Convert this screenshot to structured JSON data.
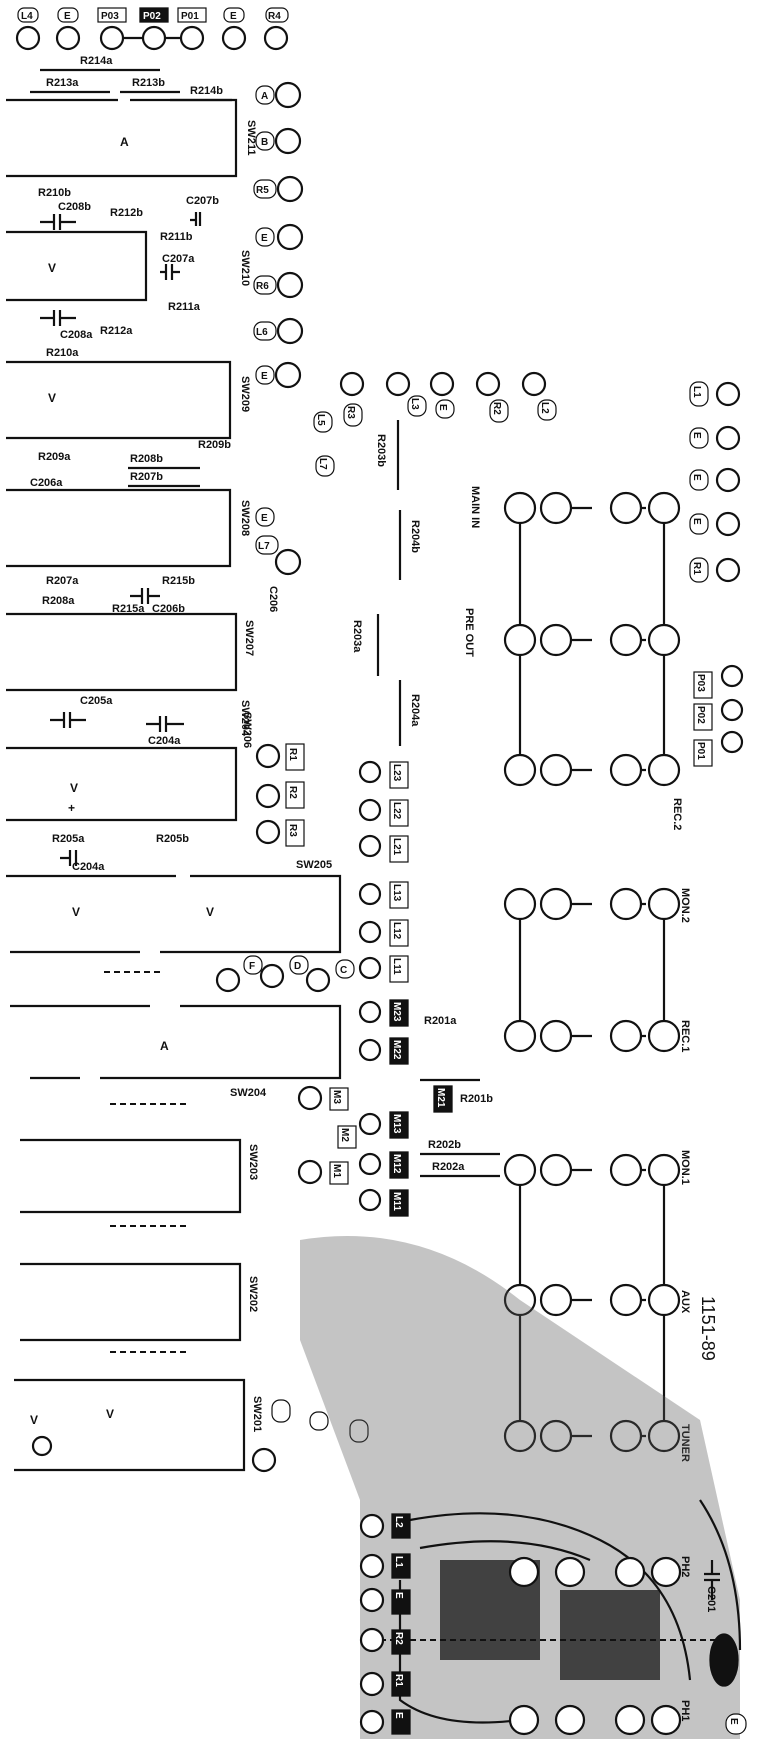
{
  "top_terminals": [
    "L4",
    "E",
    "P03",
    "P02",
    "P01",
    "E",
    "R4"
  ],
  "right_terminals": [
    "L1",
    "E",
    "E",
    "E",
    "R1"
  ],
  "mid_terminals": [
    "L5",
    "R3",
    "L7",
    "L3",
    "E",
    "R2",
    "L2"
  ],
  "switch_side_terminals": [
    "A",
    "B",
    "R5",
    "E",
    "R6",
    "L6",
    "E",
    "E",
    "L7"
  ],
  "pot_terminals": [
    "P03",
    "P02",
    "P01"
  ],
  "switches": [
    "SW211",
    "SW210",
    "SW209",
    "SW208",
    "SW207",
    "SW206",
    "SW205",
    "SW204",
    "SW203",
    "SW202",
    "SW201"
  ],
  "resistors": [
    "R214a",
    "R213a",
    "R213b",
    "R214b",
    "R210b",
    "R212b",
    "R211b",
    "R211a",
    "R212a",
    "R210a",
    "R209a",
    "R208b",
    "R207b",
    "R209b",
    "R207a",
    "R208a",
    "R215a",
    "R215b",
    "R205a",
    "R205b",
    "R203b",
    "R204b",
    "R203a",
    "R204a",
    "R201a",
    "R201b",
    "R202b",
    "R202a"
  ],
  "capacitors": [
    "C208b",
    "C207b",
    "C207a",
    "C208a",
    "C206a",
    "C206",
    "C206b",
    "C205a",
    "C204a",
    "C204a",
    "C201"
  ],
  "jacks": [
    "MAIN IN",
    "PRE OUT",
    "REC.2",
    "MON.2",
    "REC.1",
    "MON.1",
    "AUX",
    "TUNER",
    "PH2",
    "PH1"
  ],
  "tags": {
    "r_tags": [
      "R1",
      "R2",
      "R3"
    ],
    "l_tags": [
      "L23",
      "L22",
      "L21",
      "L13",
      "L12",
      "L11"
    ],
    "m_tags": [
      "M3",
      "M2",
      "M1"
    ],
    "dark_tags": [
      "M23",
      "M22",
      "M21",
      "M13",
      "M12",
      "M11"
    ],
    "letters": [
      "F",
      "D",
      "C"
    ],
    "ph_tags": [
      "L2",
      "L1",
      "E",
      "R2",
      "R1",
      "E"
    ]
  },
  "switch_marks": [
    "A",
    "V",
    "V",
    "V",
    "V",
    "V",
    "A",
    "V",
    "V"
  ],
  "board_code": "1151-89",
  "footer_e": "E"
}
